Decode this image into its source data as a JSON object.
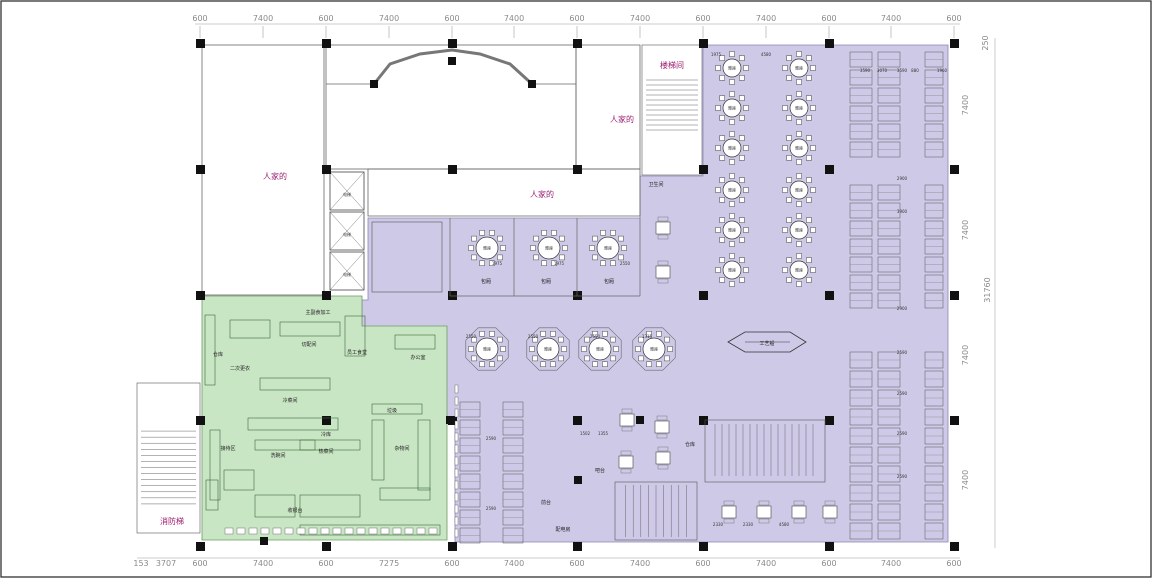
{
  "colors": {
    "dining_fill": "#cfc9e8",
    "kitchen_fill": "#c9e6c4",
    "room_label": "#9b1c6f",
    "wall": "#555555",
    "column": "#111111",
    "dimension": "#8a8a8a"
  },
  "dimensions": {
    "top": [
      "600",
      "7400",
      "600",
      "7400",
      "600",
      "7400",
      "600",
      "7400",
      "600",
      "7400",
      "600",
      "7400",
      "600"
    ],
    "bottom": [
      "153",
      "3707",
      "600",
      "7400",
      "600",
      "7275",
      "600",
      "7400",
      "600",
      "7400",
      "600",
      "7400",
      "600",
      "7400",
      "600"
    ],
    "right": [
      "250",
      "7400",
      "7400",
      "31760",
      "7400",
      "7400"
    ],
    "inner": [
      "4580",
      "3070",
      "880",
      "1960",
      "1975",
      "1975",
      "1975",
      "2550",
      "2550",
      "2550",
      "2550",
      "1315",
      "1502",
      "1355",
      "2330",
      "2330",
      "4580",
      "3590",
      "3590",
      "2900",
      "3900",
      "2900",
      "2590",
      "2590",
      "2590",
      "2590",
      "2590",
      "2590"
    ]
  },
  "room_labels": {
    "neighbor_1": "人家的",
    "neighbor_2": "人家的",
    "neighbor_3": "人家的",
    "stairwell": "楼梯间",
    "fire_stair": "消防梯"
  },
  "elevators": [
    "电梯",
    "电梯",
    "电梯"
  ],
  "private_rooms": [
    "包厢",
    "包厢",
    "包厢"
  ],
  "table_label": "雅座",
  "kitchen_labels": {
    "cold_dish": "冷菜间",
    "wash": "洗碗间",
    "veg": "主副食加工",
    "staff": "员工食堂",
    "office": "办公室",
    "warehouse": "仓库",
    "dry_store": "二次更衣",
    "prep": "切配间",
    "hot": "热菜间",
    "lobby": "接待区",
    "spare": "杂物间",
    "cashier": "收银台",
    "fridge": "冷库",
    "bin": "垃圾"
  },
  "dining_labels": {
    "bar": "吧台",
    "reception": "前台",
    "service": "配电房",
    "ship": "工艺船",
    "storage": "仓库",
    "toilet": "卫生间"
  }
}
